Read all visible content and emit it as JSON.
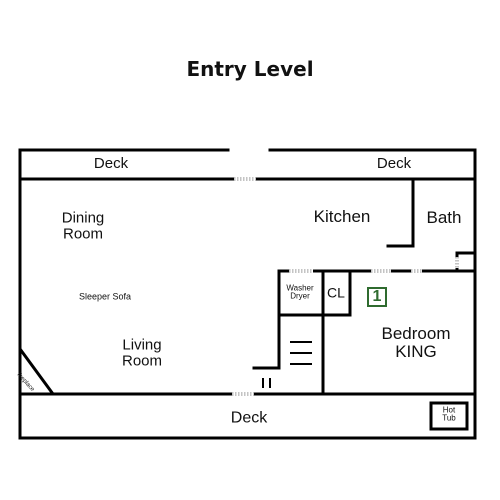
{
  "title": "Entry Level",
  "rooms": {
    "deck_top_left": "Deck",
    "deck_top_right": "Deck",
    "dining_line1": "Dining",
    "dining_line2": "Room",
    "kitchen": "Kitchen",
    "bath": "Bath",
    "sleeper_sofa": "Sleeper Sofa",
    "living_line1": "Living",
    "living_line2": "Room",
    "washer": "Washer",
    "dryer": "Dryer",
    "closet": "CL",
    "bedroom_number": "1",
    "bedroom_line1": "Bedroom",
    "bedroom_line2": "KING",
    "fireplace": "fireplace",
    "deck_bottom": "Deck",
    "hot_tub_line1": "Hot",
    "hot_tub_line2": "Tub"
  },
  "colors": {
    "wall": "#000000",
    "badge": "#2f6b2f",
    "door_hatch": "#888888"
  }
}
